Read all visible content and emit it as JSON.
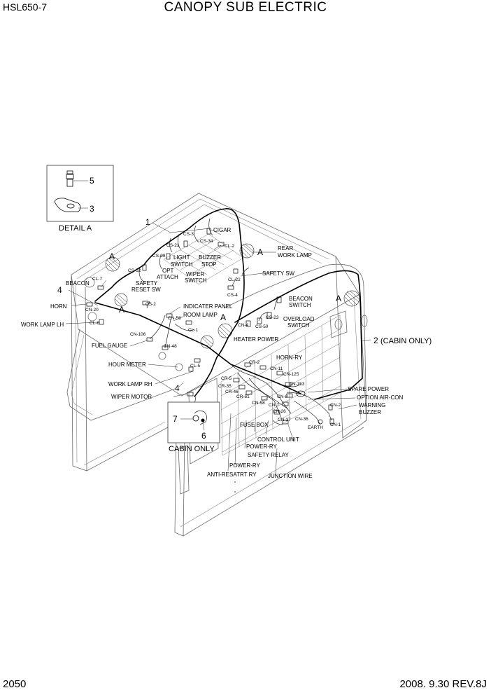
{
  "header": {
    "model": "HSL650-7",
    "title": "CANOPY SUB ELECTRIC"
  },
  "footer": {
    "page_number": "2050",
    "date_revision": "2008. 9.30  REV.8J"
  },
  "detail": {
    "title": "DETAIL A",
    "part_5": "5",
    "part_3": "3"
  },
  "inset": {
    "title": "CABIN ONLY",
    "part_7": "7",
    "part_6": "6"
  },
  "callouts": {
    "c1": "1",
    "c2": "2",
    "c2_note": "(CABIN ONLY)",
    "c4a": "4",
    "c4b": "4",
    "a1": "A",
    "a2": "A",
    "a3": "A",
    "a4": "A",
    "a5": "A"
  },
  "labels": {
    "cigar": "CIGAR",
    "cs3": "CS-3",
    "cs34": "CS-34",
    "cl2": "CL-2",
    "cs21": "CS-21",
    "cs99": "CS-99",
    "light_switch_1": "LIGHT",
    "light_switch_2": "SWITCH",
    "buzzer_stop_1": "BUZZER",
    "buzzer_stop_2": "STOP",
    "rear_work_lamp_1": "REAR",
    "rear_work_lamp_2": "WORK LAMP",
    "cs52": "CS-52",
    "opt_attach_1": "OPT",
    "opt_attach_2": "ATTACH",
    "wiper_switch_1": "WIPER",
    "wiper_switch_2": "SWITCH",
    "safety_sw": "SAFETY SW",
    "cl22": "CL-22",
    "cl7": "CL-7",
    "beacon": "BEACON",
    "safety_reset_1": "SAFETY",
    "safety_reset_2": "RESET SW",
    "cs4": "CS-4",
    "beacon_switch_1": "BEACON",
    "beacon_switch_2": "SWITCH",
    "horn": "HORN",
    "cn20": "CN-20",
    "cs2": "CS-2",
    "indicater_panel": "INDICATER PANEL",
    "room_lamp": "ROOM LAMP",
    "cn56": "CN-56",
    "cs23": "CS-23",
    "overload_1": "OVERLOAD",
    "overload_2": "SWITCH",
    "cn4": "CN-4",
    "cs50": "CS-50",
    "work_lamp_lh": "WORK LAMP LH",
    "cl6": "CL-6",
    "cl1": "CL-1",
    "cn106": "CN-106",
    "heater_power": "HEATER POWER",
    "fuel_gauge": "FUEL GAUGE",
    "cn48a": "CN-48",
    "horn_ry": "HORN-RY",
    "hour_meter": "HOUR METER",
    "cl5": "CL-5",
    "cr2": "CR-2",
    "cn11": "CN-11",
    "cn125": "CN-125",
    "work_lamp_rh": "WORK LAMP RH",
    "cr5": "CR-5",
    "cr35": "CR-35",
    "cr46": "CR-46",
    "cn153": "CN-153",
    "spare_power": "SPARE POWER",
    "wiper_motor": "WIPER MOTOR",
    "cr51": "CR-51",
    "cn58": "CN-58",
    "cn8": "CN-8",
    "option_aircon": "OPTION AIR-CON",
    "cn7": "CN-7",
    "cn2": "CN-2",
    "warning_buzzer_1": "WARNING",
    "warning_buzzer_2": "BUZZER",
    "cn26": "CN-26",
    "cn37": "CN-37",
    "cn36": "CN-36",
    "earth": "EARTH",
    "cn1": "CN-1",
    "fuse_box": "FUSE BOX",
    "control_unit": "CONTROL UNIT",
    "power_ry_1": "POWER-RY",
    "safety_relay": "SAFETY RELAY",
    "power_ry_2": "POWER-RY",
    "anti_restart": "ANTI-RESATRT RY",
    "junction_wire": "JUNCTION WIRE"
  }
}
